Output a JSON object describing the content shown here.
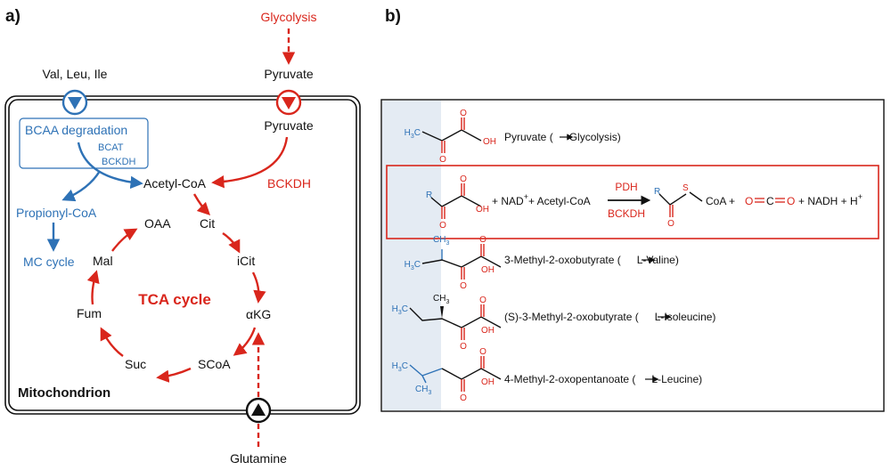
{
  "panel_a": {
    "label": "a)",
    "glycolysis": "Glycolysis",
    "pyruvate_outside": "Pyruvate",
    "pyruvate_inside": "Pyruvate",
    "bcaa_input": "Val, Leu, Ile",
    "bcaa_degradation": "BCAA degradation",
    "bcat": "BCAT",
    "bckdh_blue": "BCKDH",
    "acetyl_coa": "Acetyl-CoA",
    "bckdh_red": "BCKDH",
    "propionyl_coa": "Propionyl-CoA",
    "mc_cycle": "MC cycle",
    "tca": {
      "title": "TCA cycle",
      "oaa": "OAA",
      "cit": "Cit",
      "icit": "iCit",
      "akg": "αKG",
      "scoa": "SCoA",
      "suc": "Suc",
      "fum": "Fum",
      "mal": "Mal"
    },
    "mitochondrion": "Mitochondrion",
    "glutamine": "Glutamine",
    "colors": {
      "red": "#d9261c",
      "blue": "#2e72b6",
      "black": "#111111"
    }
  },
  "panel_b": {
    "label": "b)",
    "rows": [
      {
        "name": "Pyruvate (",
        "target": "Glycolysis)"
      },
      {
        "name": "3-Methyl-2-oxobutyrate (",
        "target": "L-Valine)"
      },
      {
        "name": "(S)-3-Methyl-2-oxobutyrate (",
        "target": "L-Isoleucine)"
      },
      {
        "name": "4-Methyl-2-oxopentanoate (",
        "target": "L-Leucine)"
      }
    ],
    "reaction": {
      "r": "R",
      "plus_nad": "+ NAD",
      "plus_sup": "+",
      "plus_acetyl": "+ Acetyl-CoA",
      "enzyme_top": "PDH",
      "enzyme_bottom": "BCKDH",
      "product_r": "R",
      "s": "S",
      "coa_plus": "CoA +",
      "o_left": "O",
      "c": "C",
      "o_right": "O",
      "nadh": "+ NADH + H",
      "h_sup": "+"
    },
    "atoms": {
      "h3c": "H",
      "three": "3",
      "c": "C",
      "ch": "CH",
      "o": "O",
      "oh": "OH"
    }
  }
}
